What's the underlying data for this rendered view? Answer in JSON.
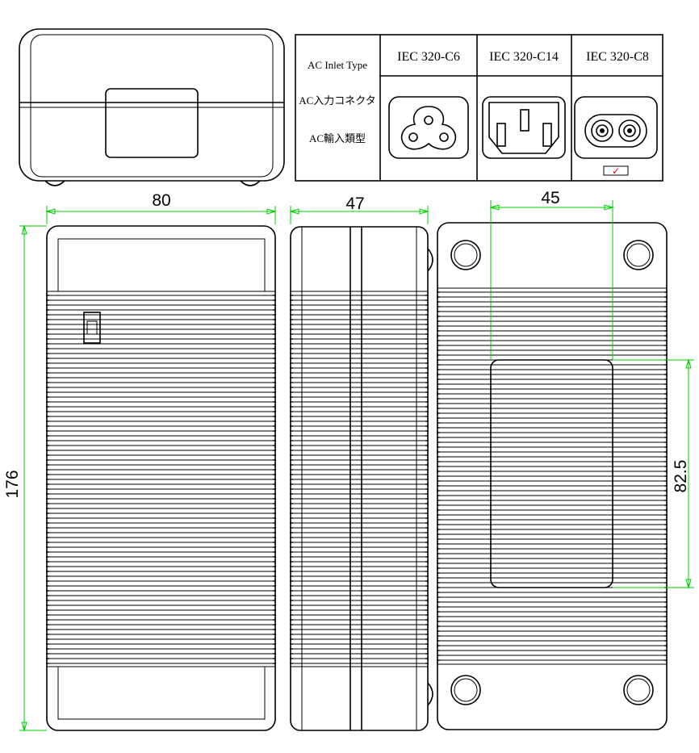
{
  "inlet_table": {
    "header_labels": [
      "AC Inlet Type",
      "AC入力コネクタ",
      "AC輸入類型"
    ],
    "types": [
      "IEC 320-C6",
      "IEC 320-C14",
      "IEC 320-C8"
    ],
    "selected_index": 2,
    "check_mark": "✓",
    "check_color": "#e00000"
  },
  "dimensions": {
    "width": "80",
    "depth": "47",
    "window_width": "45",
    "height": "176",
    "window_height": "82.5"
  },
  "colors": {
    "outline": "#000000",
    "dimension_line": "#00cc00"
  }
}
